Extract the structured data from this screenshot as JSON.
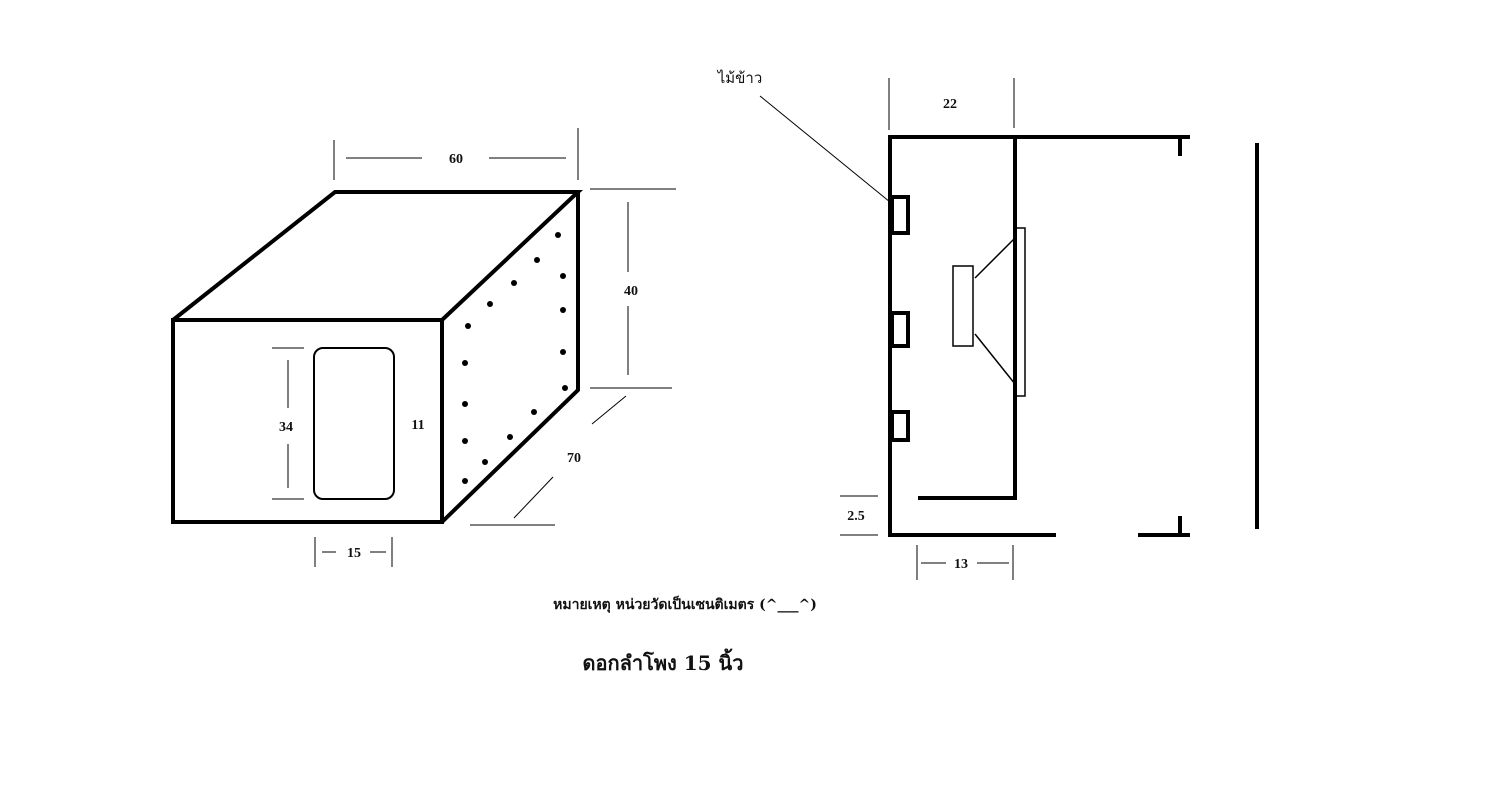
{
  "dimensions": {
    "width": "60",
    "height": "40",
    "depth": "70",
    "port_height": "34",
    "port_offset": "11",
    "port_width": "15",
    "side_depth": "22",
    "wall": "2.5",
    "baffle": "13"
  },
  "labels": {
    "wood_strip": "ไม้ข้าว",
    "note": "หมายเหตุ หน่วยวัดเป็นเซนติเมตร (^___^)",
    "title": "ดอกลำโพง 15 นิ้ว"
  },
  "colors": {
    "line": "#000000",
    "background": "#ffffff"
  }
}
